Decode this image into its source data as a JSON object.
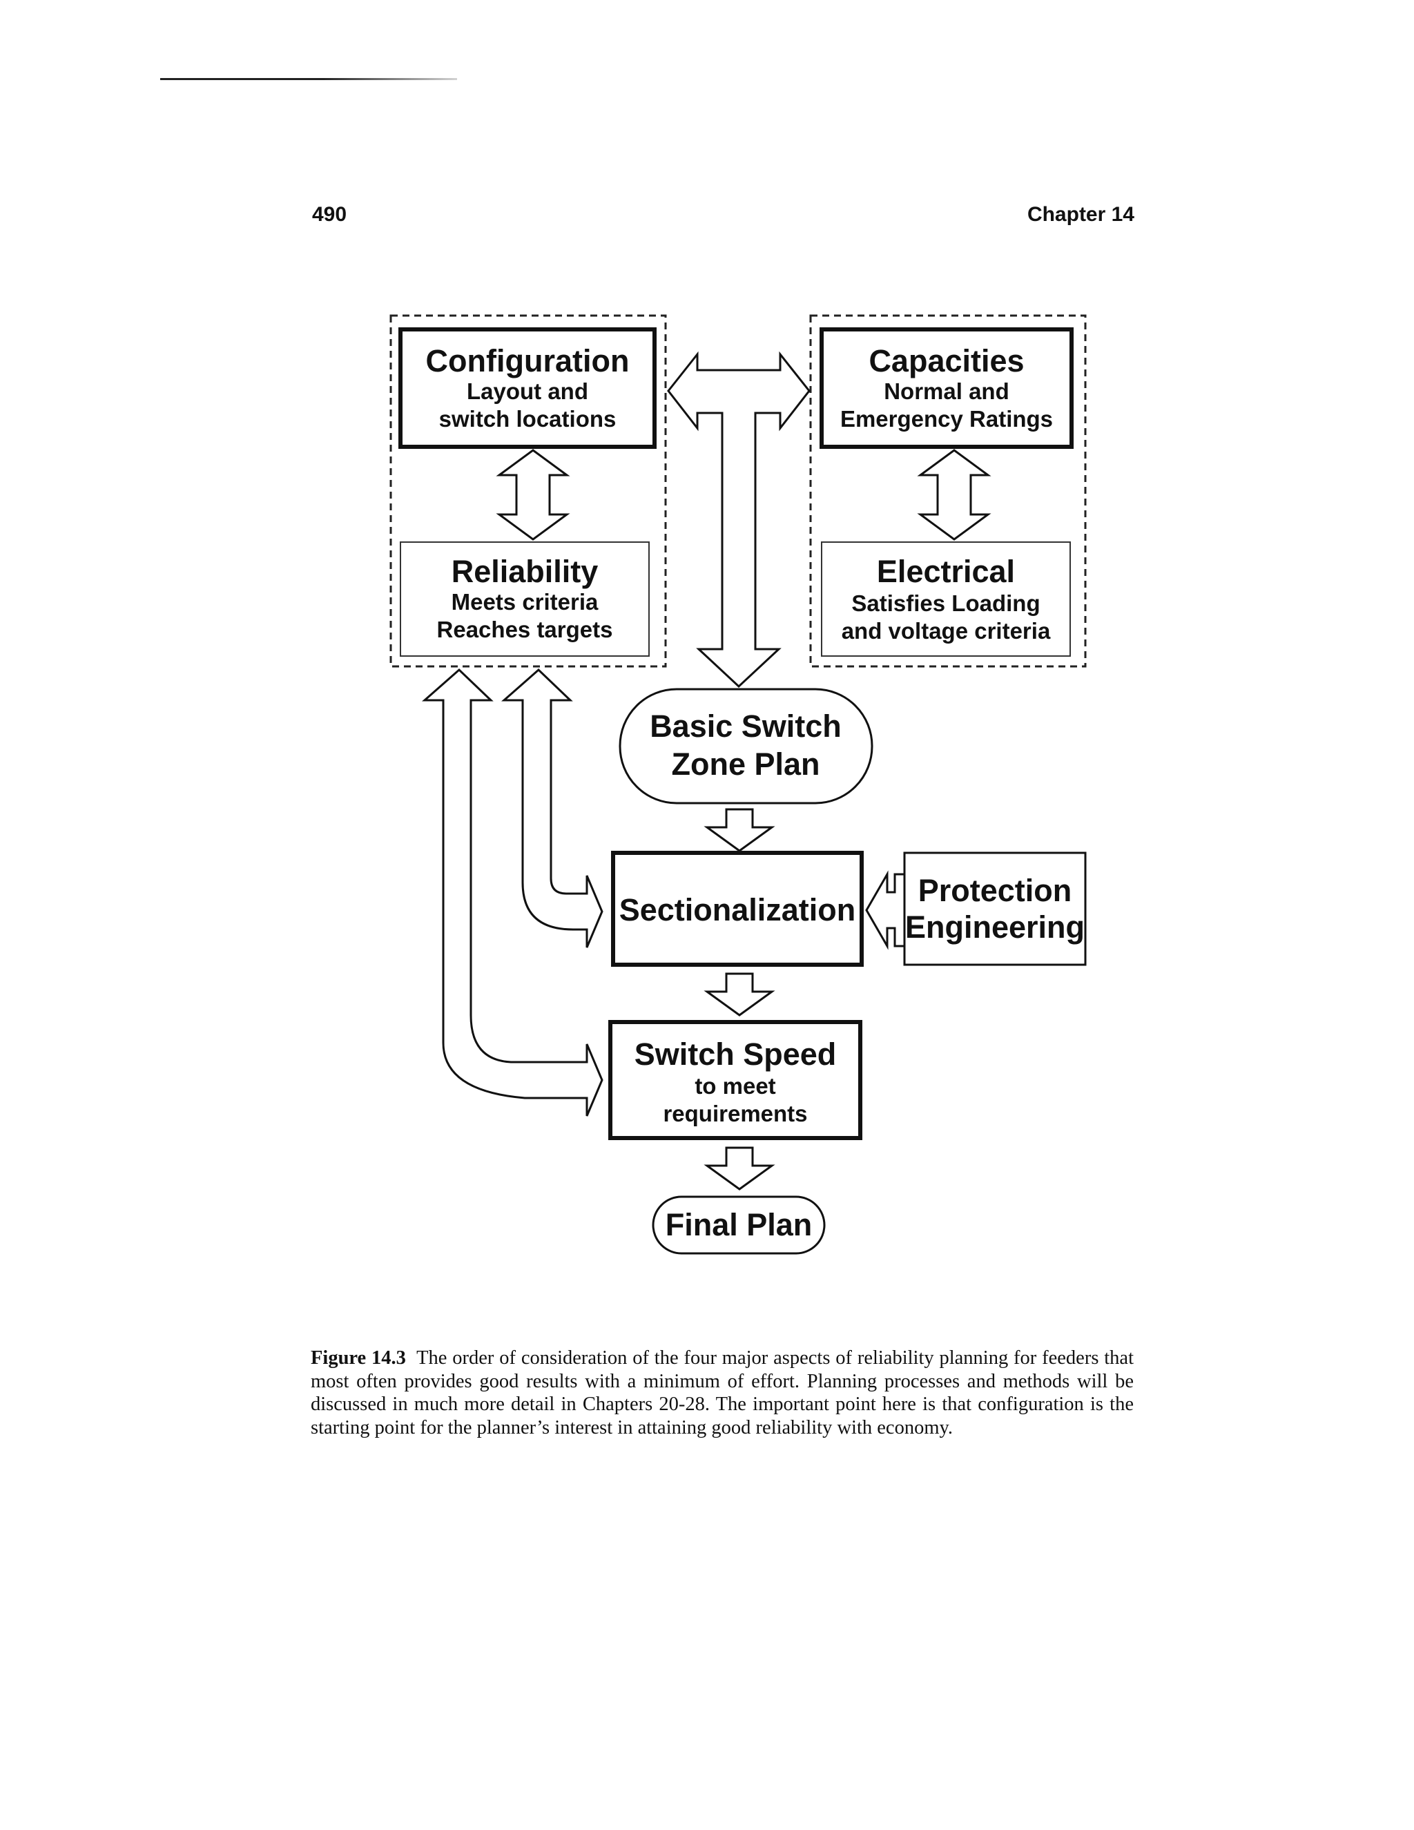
{
  "header": {
    "page_number": "490",
    "chapter": "Chapter 14"
  },
  "diagram": {
    "configuration": {
      "title": "Configuration",
      "line1": "Layout and",
      "line2": "switch locations"
    },
    "capacities": {
      "title": "Capacities",
      "line1": "Normal and",
      "line2": "Emergency Ratings"
    },
    "reliability": {
      "title": "Reliability",
      "line1": "Meets criteria",
      "line2": "Reaches targets"
    },
    "electrical": {
      "title": "Electrical",
      "line1": "Satisfies Loading",
      "line2": "and voltage criteria"
    },
    "basic_switch": {
      "line1": "Basic Switch",
      "line2": "Zone Plan"
    },
    "sectionalization": {
      "title": "Sectionalization"
    },
    "protection": {
      "line1": "Protection",
      "line2": "Engineering"
    },
    "switch_speed": {
      "title": "Switch Speed",
      "line1": "to meet",
      "line2": "requirements"
    },
    "final_plan": {
      "title": "Final Plan"
    }
  },
  "caption": {
    "label": "Figure 14.3",
    "text": "The order of consideration of the four major aspects of reliability planning for feeders that most often provides good results with a minimum of effort. Planning processes and methods will be discussed in much more detail in Chapters 20-28. The important point here is that configuration is the starting point for the planner’s interest in attaining good reliability with economy."
  }
}
